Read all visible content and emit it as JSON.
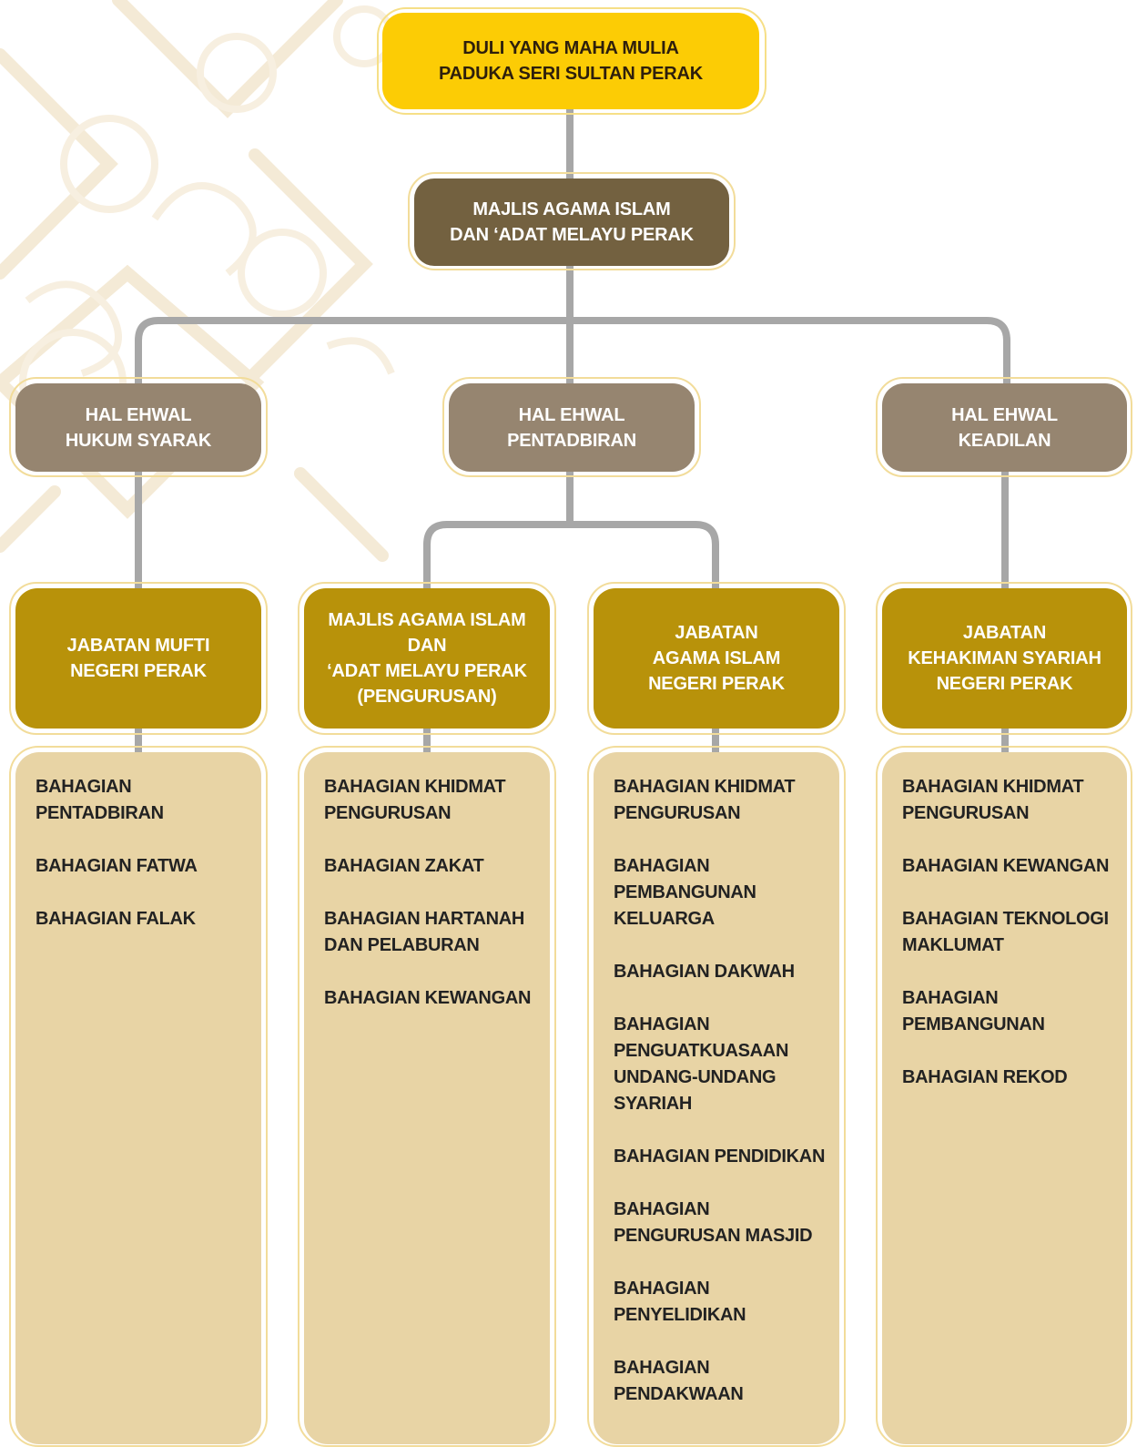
{
  "root": {
    "label": "DULI YANG MAHA MULIA\nPADUKA SERI SULTAN PERAK"
  },
  "council": {
    "label": "MAJLIS AGAMA ISLAM\nDAN ‘ADAT MELAYU PERAK"
  },
  "affairs": [
    {
      "label": "HAL EHWAL\nHUKUM SYARAK"
    },
    {
      "label": "HAL EHWAL\nPENTADBIRAN"
    },
    {
      "label": "HAL EHWAL\nKEADILAN"
    }
  ],
  "departments": [
    {
      "label": "JABATAN MUFTI\nNEGERI PERAK",
      "divisions": [
        "BAHAGIAN\nPENTADBIRAN",
        "BAHAGIAN FATWA",
        "BAHAGIAN FALAK"
      ]
    },
    {
      "label": "MAJLIS AGAMA ISLAM\nDAN\n‘ADAT MELAYU PERAK\n(PENGURUSAN)",
      "divisions": [
        "BAHAGIAN KHIDMAT\nPENGURUSAN",
        "BAHAGIAN ZAKAT",
        "BAHAGIAN HARTANAH\nDAN PELABURAN",
        "BAHAGIAN KEWANGAN"
      ]
    },
    {
      "label": "JABATAN\nAGAMA ISLAM\nNEGERI PERAK",
      "divisions": [
        "BAHAGIAN KHIDMAT\nPENGURUSAN",
        "BAHAGIAN\nPEMBANGUNAN\nKELUARGA",
        "BAHAGIAN DAKWAH",
        "BAHAGIAN\nPENGUATKUASAAN\nUNDANG-UNDANG\nSYARIAH",
        "BAHAGIAN PENDIDIKAN",
        "BAHAGIAN\nPENGURUSAN MASJID",
        "BAHAGIAN\nPENYELIDIKAN",
        "BAHAGIAN\nPENDAKWAAN"
      ]
    },
    {
      "label": "JABATAN\nKEHAKIMAN SYARIAH\nNEGERI PERAK",
      "divisions": [
        "BAHAGIAN KHIDMAT\nPENGURUSAN",
        "BAHAGIAN KEWANGAN",
        "BAHAGIAN TEKNOLOGI\nMAKLUMAT",
        "BAHAGIAN\nPEMBANGUNAN",
        "BAHAGIAN REKOD"
      ]
    }
  ],
  "colors": {
    "root": "#fccc05",
    "council": "#736140",
    "affairs": "#968570",
    "department": "#b8920a",
    "division_panel": "#e8d4a5",
    "connector": "#a7a7a7",
    "outline": "#f2dc9a"
  }
}
